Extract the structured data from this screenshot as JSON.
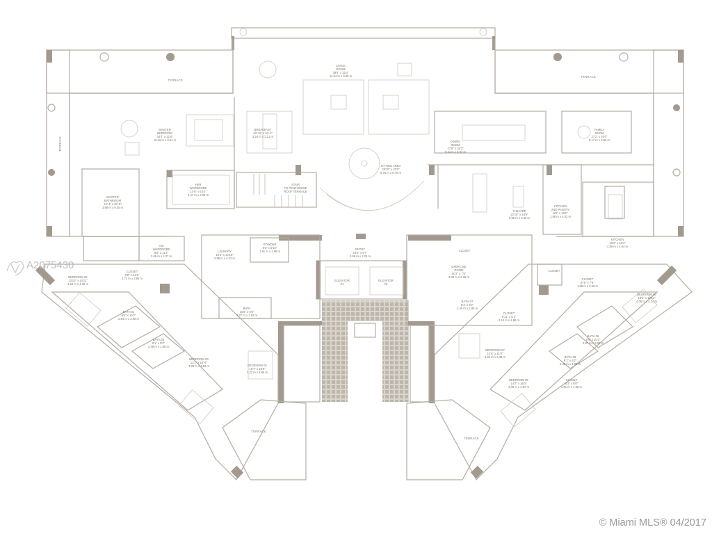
{
  "listing_id": "A2075430",
  "copyright": "© Miami MLS® 04/2017",
  "colors": {
    "wall": "#a39a8f",
    "line": "#b3aca2",
    "text": "#7d766d"
  },
  "rooms": [
    {
      "lines": [
        "LIVING",
        "ROOM",
        "39'6\" x 32'4\"",
        "12.04 m x 9.85 m"
      ]
    },
    {
      "lines": [
        "MASTER",
        "BEDROOM",
        "34'4\" x 12'8\"",
        "10.49 m x 3.91 m"
      ]
    },
    {
      "lines": [
        "BREAKFAST",
        "10'-11\" x 10'-1\"",
        "3.24 m x 3.21 m"
      ]
    },
    {
      "lines": [
        "HER",
        "WARDROBE",
        "14'8\" x 6'10\"",
        "4.47 m x 2.08 m"
      ]
    },
    {
      "lines": [
        "STAIR",
        "TO PENTHOUSE",
        "ROOF TERRACE"
      ]
    },
    {
      "lines": [
        "SITTING AREA",
        "28'10\" x 20'0\"",
        "8.78 m x 6.70 m"
      ]
    },
    {
      "lines": [
        "DINING",
        "ROOM",
        "27'8\" x 16'2\"",
        "8.34 m x 4.93 m"
      ]
    },
    {
      "lines": [
        "FAMILY",
        "ROOM",
        "27'2\" x 16'0\"",
        "8.17 m x 4.93 m"
      ]
    },
    {
      "lines": [
        "THEATER",
        "22'10\" x 18'6\"",
        "6.96 m x 5.65 m"
      ]
    },
    {
      "lines": [
        "KITCHEN",
        "2ND PANTRY",
        "6'8\" x 13'2\"",
        "1.98 m x 4.02 m"
      ]
    },
    {
      "lines": [
        "KITCHEN",
        "16'2\" x 13'4\"",
        "4.89 m x 4.04 m"
      ]
    },
    {
      "lines": [
        "MASTER",
        "BATHROOM",
        "12'-4\" x 30'-8\"",
        "3.98 m x 9.35 m"
      ]
    },
    {
      "lines": [
        "HIS",
        "WARDROBE",
        "8'8\" x 11'2\"",
        "2.65 m x 2.37 m"
      ]
    },
    {
      "lines": [
        "LAUNDRY",
        "16'3\" x 14'10\"",
        "3.98 m x 4.22 m"
      ]
    },
    {
      "lines": [
        "POWDER",
        "6'3\" x 5'10\"",
        "1.91 m x 1.68 m"
      ]
    },
    {
      "lines": [
        "ENTRY",
        "16'6\" x 6'7\"",
        "3.96 m x 2.02 m"
      ]
    },
    {
      "lines": [
        "ELEVATOR",
        "#1"
      ]
    },
    {
      "lines": [
        "ELEVATOR",
        "#2"
      ]
    },
    {
      "lines": [
        "BATH",
        "10'6\" x 6'6\"",
        "3.27 m x 1.92 m"
      ]
    },
    {
      "lines": [
        "CLOSET",
        "9'8\" x 12'1\"",
        "2.72 m x 3.86 m"
      ]
    },
    {
      "lines": [
        "BEDROOM 02",
        "13'10\" x 14'11\"",
        "4.24 m x 4.36 m"
      ]
    },
    {
      "lines": [
        "BATH 02",
        "9'4\" x 10'2\"",
        "2.84 m x 2.08 m"
      ]
    },
    {
      "lines": [
        "BATH 03",
        "8'1\" x 6'2\"",
        "2.48 m x 1.88 m"
      ]
    },
    {
      "lines": [
        "BEDROOM 03",
        "13'1\" x 16'-5\"",
        "3.98 m x 4.84 m"
      ]
    },
    {
      "lines": [
        "BEDROOM 04",
        "10'7\" x 16'8\"",
        "3.22 m x 4.86 m"
      ]
    },
    {
      "lines": [
        "CLOSET"
      ]
    },
    {
      "lines": [
        "EXERCISE",
        "ROOM",
        "10'2\" x 7'6\"",
        "3.08 m x 2.28 m"
      ]
    },
    {
      "lines": [
        "BATH 07",
        "8'1\" x 6'2\"",
        "2.48 m x 1.88 m"
      ]
    },
    {
      "lines": [
        "CLOSET",
        "6'11\" x 6'1\"",
        "2.10 m x 1.86 m"
      ]
    },
    {
      "lines": [
        "BEDROOM 07",
        "12'6\" x 11'0\"",
        "3.82 m x 3.35 m"
      ]
    },
    {
      "lines": [
        "BEDROOM 05",
        "14'2\" x 16'0\"",
        "4.36 m x 4.87 m"
      ]
    },
    {
      "lines": [
        "BATH 06",
        "9'4\" x 10'2\"",
        "2.87 m x 3.08 m"
      ]
    },
    {
      "lines": [
        "BATH 05",
        "8'1\" x 6'2\"",
        "2.48 m x 1.88 m"
      ]
    },
    {
      "lines": [
        "CLOSET",
        "6'3\" x 6'6\"",
        "1.91 m x 1.98 m"
      ]
    },
    {
      "lines": [
        "BEDROOM 06",
        "13'4\" x 14'11\"",
        "4.06 m x 4.34 m"
      ]
    },
    {
      "lines": [
        "CLOSET",
        "6'-6\" x 7'6\"",
        "1.98 m x 2.28 m"
      ]
    },
    {
      "lines": [
        "CLOSET"
      ]
    },
    {
      "lines": [
        "TERRACE"
      ]
    },
    {
      "lines": [
        "TERRACE"
      ]
    },
    {
      "lines": [
        "TERRACE"
      ]
    },
    {
      "lines": [
        "TERRACE"
      ]
    },
    {
      "lines": [
        "TERRACE"
      ]
    }
  ]
}
